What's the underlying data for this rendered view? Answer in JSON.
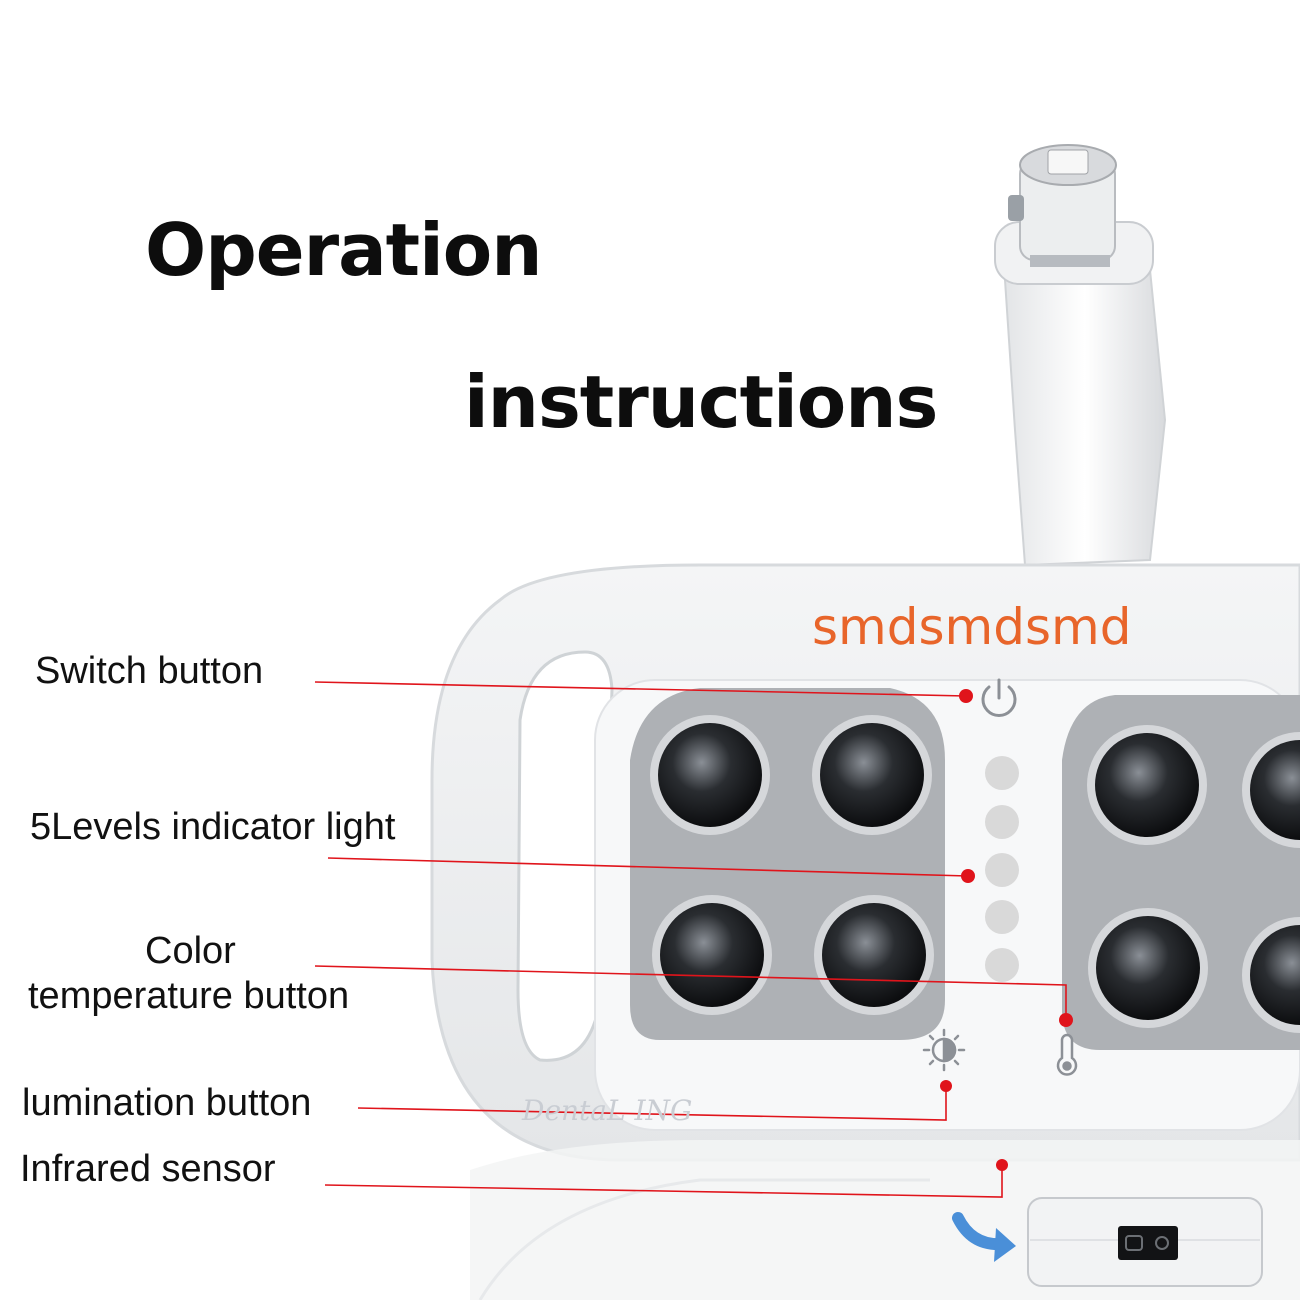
{
  "heading": {
    "line1": "Operation",
    "line2": "instructions"
  },
  "brand_text": "smdsmdsmd",
  "watermark": "DentaL ING",
  "labels": {
    "switch": "Switch button",
    "indicator": "5Levels indicator light",
    "color_line1": "Color",
    "color_line2": "temperature button",
    "lumination": "lumination button",
    "infrared": "Infrared sensor"
  },
  "colors": {
    "pointer": "#e0141b",
    "brand": "#e8652a",
    "indicator_dot": "#d9d9d9",
    "sensor_arrow": "#4a8fd8"
  },
  "icons": [
    "power-icon",
    "brightness-icon",
    "thermometer-icon",
    "sensor-arrow-icon"
  ]
}
